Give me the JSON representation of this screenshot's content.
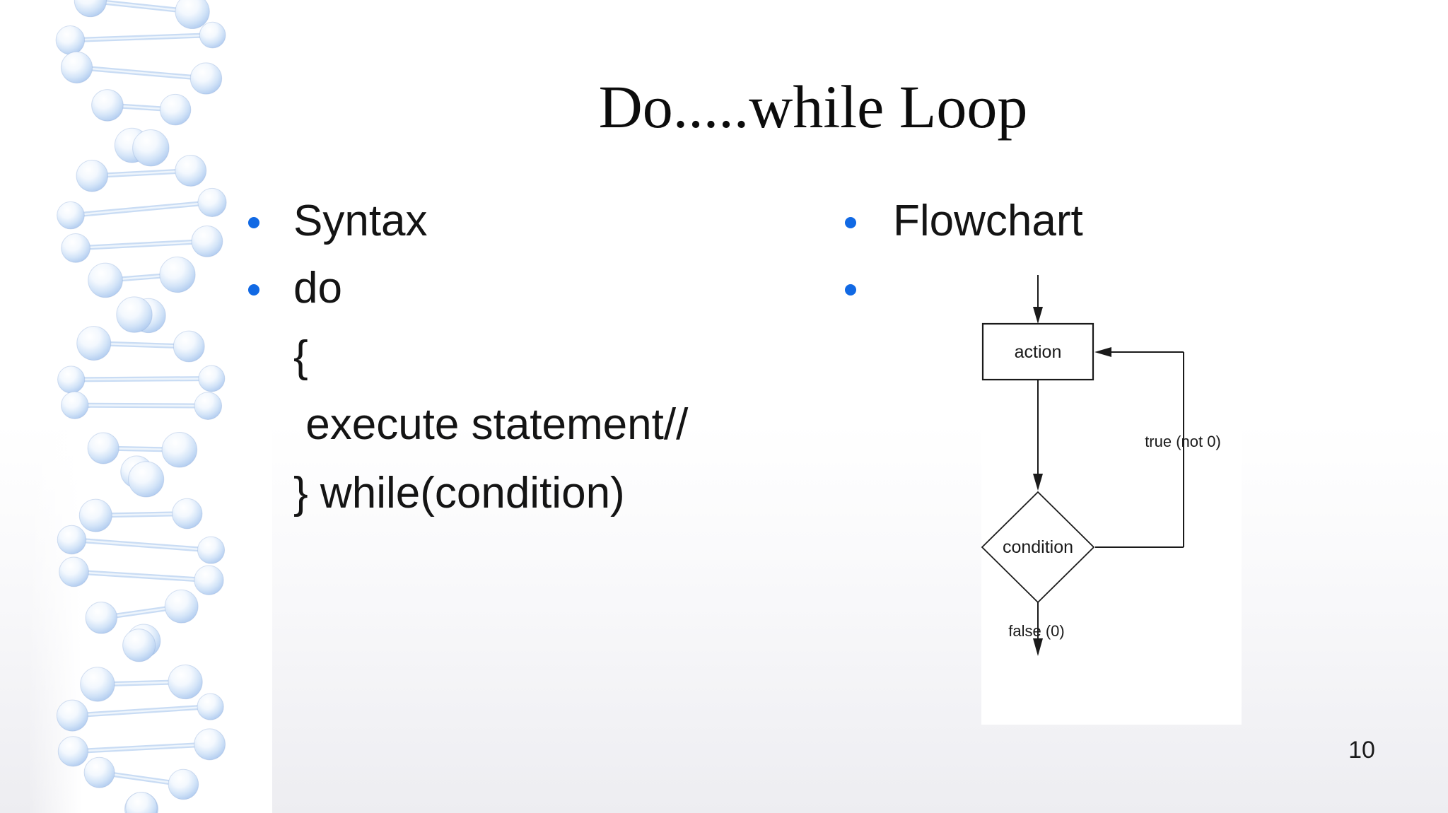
{
  "slide": {
    "title": "Do.....while Loop",
    "page_number": "10",
    "left_column": {
      "items": [
        {
          "bullet": true,
          "text": "Syntax"
        },
        {
          "bullet": true,
          "text": "do"
        },
        {
          "bullet": false,
          "text": "{"
        },
        {
          "bullet": false,
          "text": " execute statement//"
        },
        {
          "bullet": false,
          "text": "} while(condition)"
        }
      ]
    },
    "right_column": {
      "items": [
        {
          "bullet": true,
          "text": "Flowchart"
        },
        {
          "bullet": true,
          "text": ""
        }
      ]
    },
    "flowchart": {
      "action_label": "action",
      "condition_label": "condition",
      "true_branch_label": "true (not 0)",
      "false_branch_label": "false (0)"
    },
    "colors": {
      "bullet_blue": "#1169e4",
      "text_black": "#141414",
      "flow_line": "#1a1a1a",
      "dna_sphere_rim": "#a9c6ee",
      "dna_sphere_mid": "#d3e4f8",
      "dna_rod": "#c9dcf4",
      "background_bottom": "#ededf1"
    },
    "decoration": "dna-helix"
  }
}
